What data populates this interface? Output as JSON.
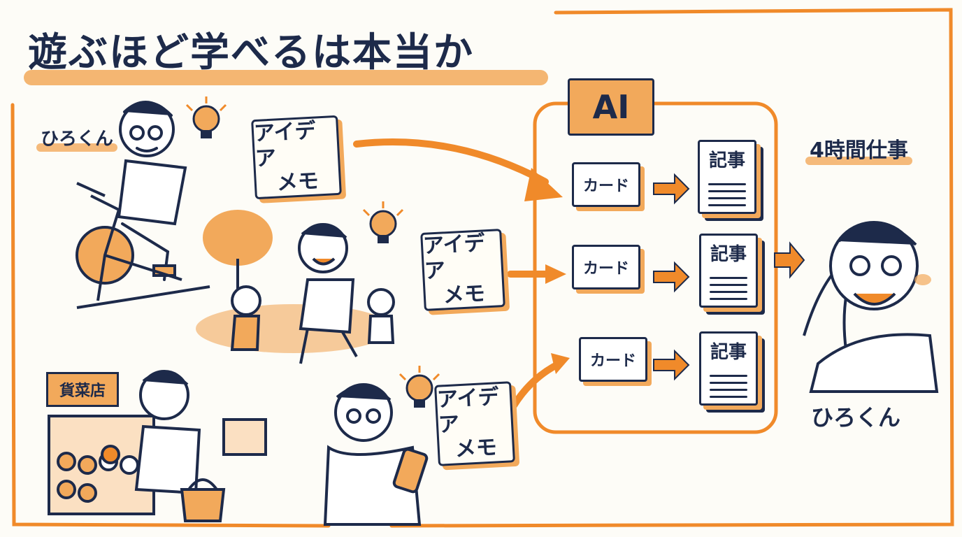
{
  "title": "遊ぶほど学べるは本当か",
  "person_name_top": "ひろくん",
  "person_name_bottom": "ひろくん",
  "idea_memo": {
    "line1": "アイデア",
    "line2": "メモ"
  },
  "ai_label": "AI",
  "card_label": "カード",
  "article_label": "記事",
  "work_time": "4時間仕事",
  "store_sign": "貨菜店",
  "colors": {
    "accent": "#f2a95b",
    "ink": "#1d2a4a",
    "bg": "#fdfcf7"
  },
  "icons": [
    "lightbulb-icon",
    "arrow-right-icon",
    "exercise-bike-icon",
    "smartphone-icon",
    "shopping-basket-icon"
  ]
}
